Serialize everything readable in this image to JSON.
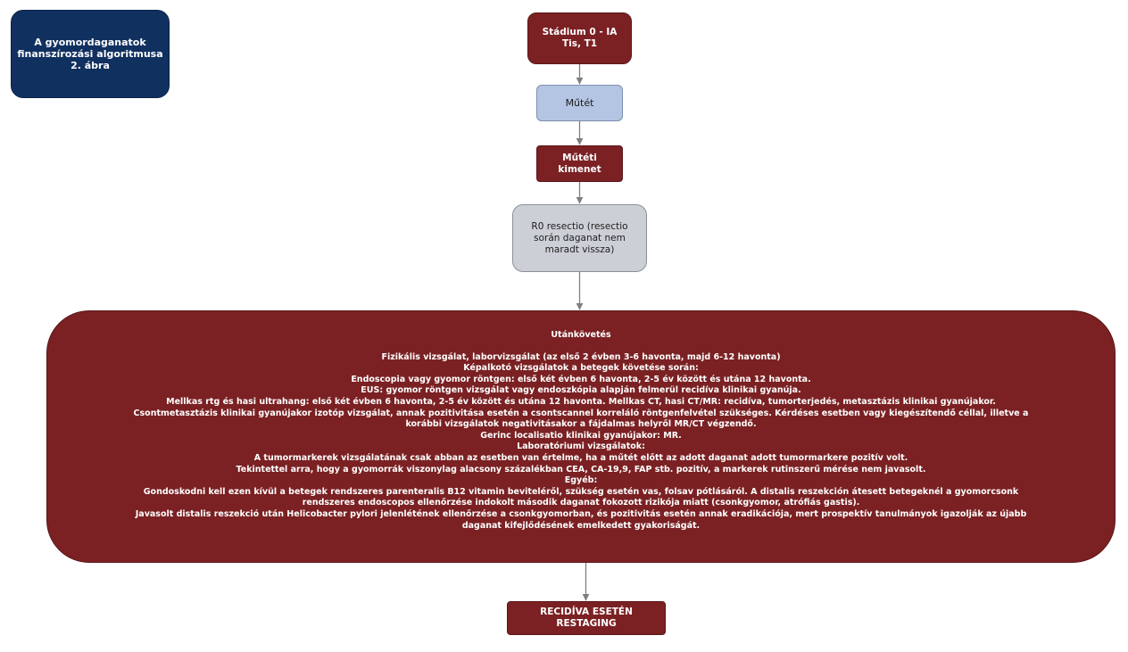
{
  "title_box": {
    "lines": [
      "A gyomordaganatok",
      "finanszírozási algoritmusa",
      "2. ábra"
    ]
  },
  "stage": {
    "lines": [
      "Stádium 0 - IA",
      "Tis, T1"
    ]
  },
  "surgery": {
    "label": "Műtét"
  },
  "outcome": {
    "lines": [
      "Műtéti",
      "kimenet"
    ]
  },
  "r0": {
    "lines": [
      "R0 resectio (resectio",
      "során daganat nem",
      "maradt vissza)"
    ]
  },
  "followup": {
    "title": "Utánkövetés",
    "lines": [
      "Fizikális vizsgálat, laborvizsgálat (az első 2 évben 3-6 havonta, majd 6-12 havonta)",
      "Képalkotó vizsgálatok a betegek követése során:",
      "Endoscopia vagy gyomor röntgen: első két évben 6 havonta, 2-5 év között és utána 12 havonta.",
      "EUS: gyomor röntgen vizsgálat vagy endoszkópia alapján felmerül recidíva klinikai gyanúja.",
      "Mellkas rtg és hasi ultrahang: első két évben 6 havonta, 2-5 év között és utána 12 havonta. Mellkas CT, hasi CT/MR: recidíva, tumorterjedés, metasztázis klinikai gyanújakor.",
      "Csontmetasztázis klinikai gyanújakor izotóp vizsgálat, annak pozitivitása esetén a csontscannel korreláló röntgenfelvétel szükséges. Kérdéses esetben vagy kiegészítendő céllal, illetve a",
      "korábbi vizsgálatok negativitásakor a fájdalmas helyről MR/CT végzendő.",
      "Gerinc localisatio klinikai gyanújakor: MR.",
      "Laboratóriumi vizsgálatok:",
      "A tumormarkerek vizsgálatának csak abban az esetben van értelme, ha a műtét előtt az adott daganat adott tumormarkere pozitív volt.",
      "Tekintettel arra, hogy a gyomorrák viszonylag alacsony százalékban CEA, CA-19,9, FAP stb. pozitív, a markerek rutinszerű mérése nem javasolt.",
      "Egyéb:",
      "Gondoskodni kell ezen kívül a betegek rendszeres parenteralis B12 vitamin beviteléről, szükség esetén vas, folsav pótlásáról. A distalis reszekción átesett betegeknél a gyomorcsonk",
      "rendszeres endoscopos ellenőrzése indokolt második daganat fokozott rizikója miatt (csonkgyomor, atrófiás gastis).",
      "Javasolt distalis reszekció után Helicobacter pylori jelenlétének ellenőrzése a csonkgyomorban, és pozitivitás esetén annak eradikációja, mert prospektív tanulmányok igazolják az újabb",
      "daganat kifejlődésének emelkedett gyakoriságát."
    ]
  },
  "restaging": {
    "lines": [
      "RECIDÍVA ESETÉN",
      "RESTAGING"
    ]
  },
  "colors": {
    "dark_red": "#7b2123",
    "navy": "#10305f",
    "light_blue": "#b3c5e2",
    "light_grey": "#ccd0d6",
    "arrow": "#7f7f7f"
  }
}
